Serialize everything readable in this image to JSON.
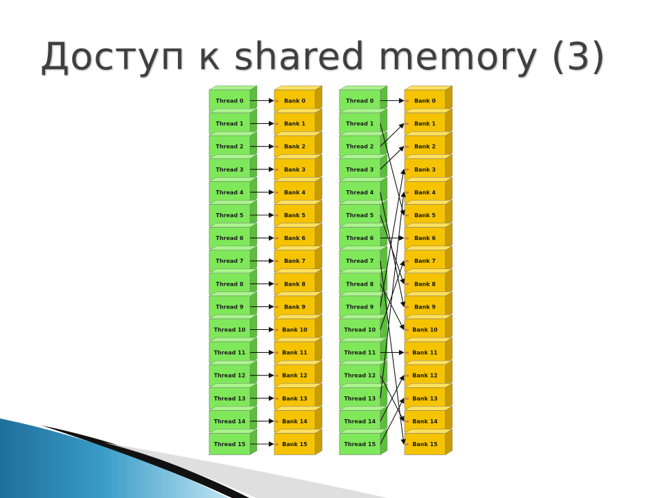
{
  "title": "Доступ к shared memory (3)",
  "colors": {
    "thread_fill": "#7fe85a",
    "thread_top": "#a8f58a",
    "thread_side": "#5bbf3a",
    "bank_fill": "#f5c300",
    "bank_top": "#ffe05a",
    "bank_side": "#c99c00",
    "port": "#d9803a",
    "arrow": "#111111",
    "title": "#3f3f3f"
  },
  "panels": [
    {
      "name": "linear",
      "threads": [
        "Thread 0",
        "Thread 1",
        "Thread 2",
        "Thread 3",
        "Thread 4",
        "Thread 5",
        "Thread 6",
        "Thread 7",
        "Thread 8",
        "Thread 9",
        "Thread 10",
        "Thread 11",
        "Thread 12",
        "Thread 13",
        "Thread 14",
        "Thread 15"
      ],
      "banks": [
        "Bank 0",
        "Bank 1",
        "Bank 2",
        "Bank 3",
        "Bank 4",
        "Bank 5",
        "Bank 6",
        "Bank 7",
        "Bank 8",
        "Bank 9",
        "Bank 10",
        "Bank 11",
        "Bank 12",
        "Bank 13",
        "Bank 14",
        "Bank 15"
      ],
      "mapping": [
        0,
        1,
        2,
        3,
        4,
        5,
        6,
        7,
        8,
        9,
        10,
        11,
        12,
        13,
        14,
        15
      ]
    },
    {
      "name": "permutation",
      "threads": [
        "Thread 0",
        "Thread 1",
        "Thread 2",
        "Thread 3",
        "Thread 4",
        "Thread 5",
        "Thread 6",
        "Thread 7",
        "Thread 8",
        "Thread 9",
        "Thread 10",
        "Thread 11",
        "Thread 12",
        "Thread 13",
        "Thread 14",
        "Thread 15"
      ],
      "banks": [
        "Bank 0",
        "Bank 1",
        "Bank 2",
        "Bank 3",
        "Bank 4",
        "Bank 5",
        "Bank 6",
        "Bank 7",
        "Bank 8",
        "Bank 9",
        "Bank 10",
        "Bank 11",
        "Bank 12",
        "Bank 13",
        "Bank 14",
        "Bank 15"
      ],
      "mapping": [
        0,
        5,
        1,
        2,
        9,
        8,
        6,
        15,
        10,
        3,
        7,
        11,
        14,
        4,
        12,
        13
      ]
    }
  ]
}
